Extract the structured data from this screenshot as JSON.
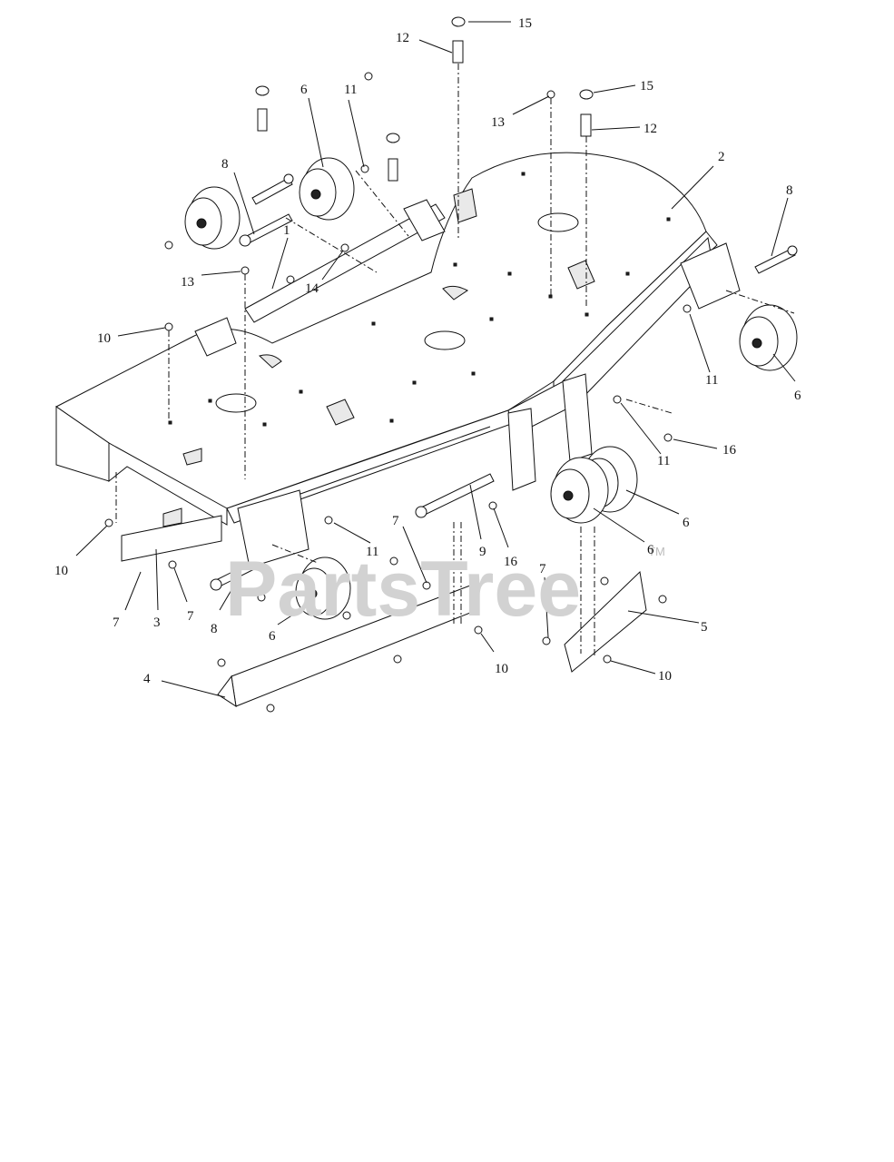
{
  "watermark": {
    "text": "PartsTree",
    "tm": "TM"
  },
  "callouts": {
    "c1": "1",
    "c2": "2",
    "c3": "3",
    "c4": "4",
    "c5": "5",
    "c6a": "6",
    "c6b": "6",
    "c6c": "6",
    "c6d": "6",
    "c6e": "6",
    "c7a": "7",
    "c7b": "7",
    "c7c": "7",
    "c7d": "7",
    "c8a": "8",
    "c8b": "8",
    "c8c": "8",
    "c9": "9",
    "c10a": "10",
    "c10b": "10",
    "c10c": "10",
    "c10d": "10",
    "c11a": "11",
    "c11b": "11",
    "c11c": "11",
    "c11d": "11",
    "c12a": "12",
    "c12b": "12",
    "c13a": "13",
    "c13b": "13",
    "c14": "14",
    "c15a": "15",
    "c15b": "15",
    "c16a": "16",
    "c16b": "16"
  }
}
